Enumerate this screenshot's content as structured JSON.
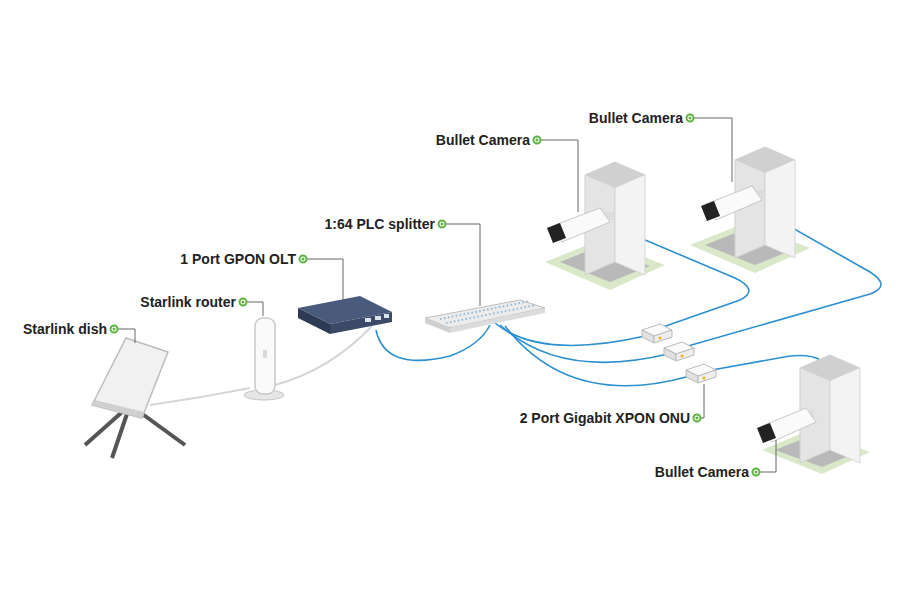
{
  "diagram": {
    "labels": [
      "Bullet Camera",
      "Bullet Camera",
      "1:64 PLC splitter",
      "1 Port GPON OLT",
      "Starlink router",
      "Starlink dish",
      "2 Port Gigabit XPON ONU",
      "Bullet Camera"
    ]
  }
}
